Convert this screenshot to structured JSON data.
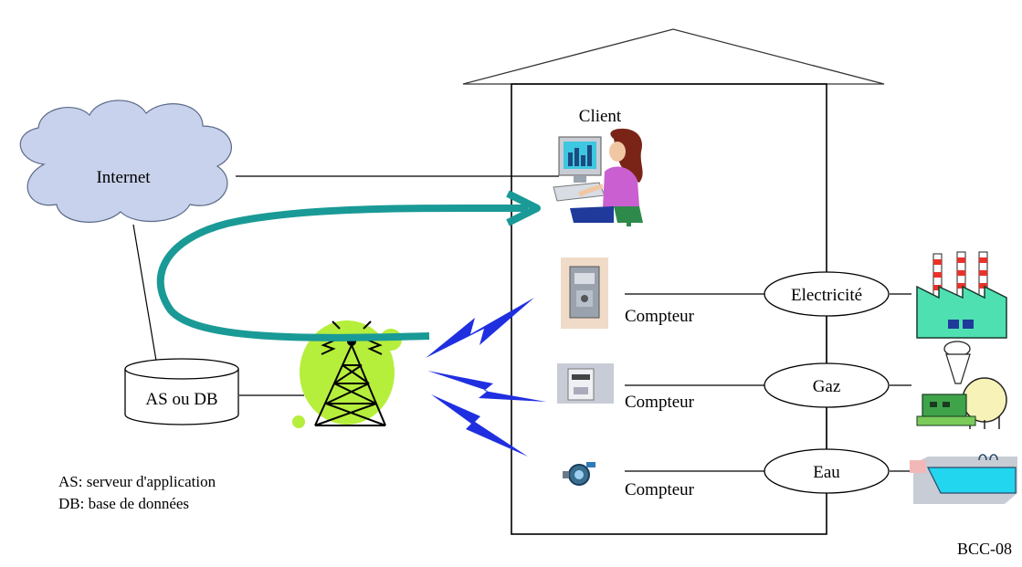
{
  "labels": {
    "internet": "Internet",
    "client": "Client",
    "server": "AS ou DB",
    "meter_1": "Compteur",
    "meter_2": "Compteur",
    "meter_3": "Compteur",
    "electricity": "Electricité",
    "gas": "Gaz",
    "water": "Eau",
    "legend_as": "AS: serveur d'application",
    "legend_db": "DB: base de données",
    "figure_id": "BCC-08"
  },
  "colors": {
    "cloud_fill": "#c8d2ec",
    "arrow": "#1a9a96",
    "radio_link": "#1f2fe0",
    "tower_halo": "#b6ee3c",
    "factory_wall": "#4fe0b2",
    "chimney_stripe": "#e8322a",
    "pool_water": "#22d6f0"
  },
  "icons": {
    "cloud": "cloud-icon",
    "client": "person-at-computer-icon",
    "database": "database-cylinder-icon",
    "tower": "radio-tower-icon",
    "electric_meter": "electric-meter-icon",
    "gas_meter": "gas-meter-icon",
    "water_meter": "water-meter-icon",
    "power_plant": "power-plant-icon",
    "gas_plant": "gas-plant-icon",
    "water_pool": "water-pool-icon"
  }
}
